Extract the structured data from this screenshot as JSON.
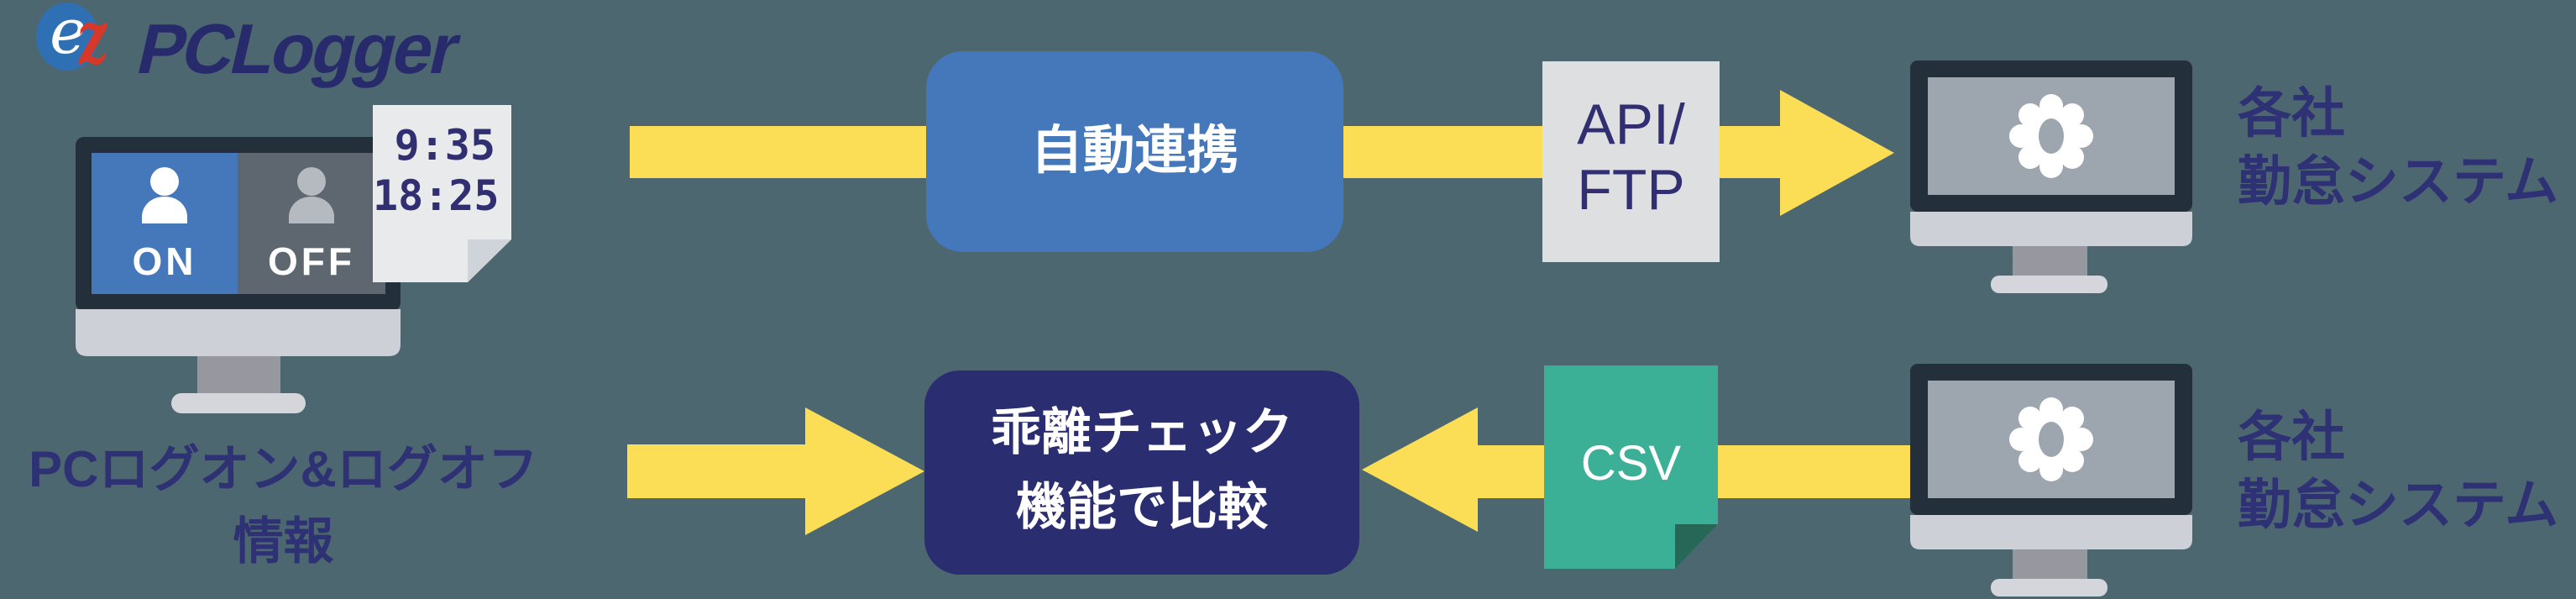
{
  "logo": {
    "e": "e",
    "z": "z",
    "wordmark": "PCLogger"
  },
  "row1": {
    "monitor": {
      "on_label": "ON",
      "off_label": "OFF"
    },
    "note": {
      "time1": "9:35",
      "time2": "18:25"
    },
    "auto_box_label": "自動連携",
    "api_box": {
      "line1": "API/",
      "line2": "FTP"
    },
    "system_label": {
      "line1": "各社",
      "line2": "勤怠システム"
    }
  },
  "row2": {
    "source_label": {
      "line1": "PCログオン&ログオフ",
      "line2": "情報"
    },
    "compare_box": {
      "line1": "乖離チェック",
      "line2": "機能で比較"
    },
    "csv_label": "CSV",
    "system_label": {
      "line1": "各社",
      "line2": "勤怠システム"
    }
  },
  "colors": {
    "background": "#4C6770",
    "arrow_yellow": "#FBDE55",
    "flow_blue": "#4577BB",
    "compare_navy": "#2B2D71",
    "text_navy": "#2E3173",
    "csv_green": "#3CB097",
    "csv_fold_green": "#276757",
    "paper": "#E9EAEC",
    "paper_fold": "#CFD3DA",
    "monitor_frame": "#232F3B",
    "monitor_screen_gray": "#9DA6AE",
    "monitor_off_gray": "#5E676F",
    "person_off": "#B5BAC0",
    "monitor_silver": "#CDD1D7",
    "logo_blue": "#2F70B5",
    "logo_red": "#D63829",
    "logo_navy": "#282B6B"
  }
}
